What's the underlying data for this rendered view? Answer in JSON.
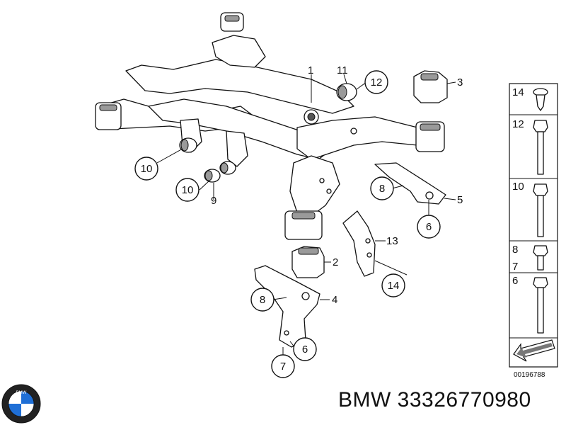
{
  "callouts": [
    {
      "id": "c1",
      "text": "1"
    },
    {
      "id": "c11",
      "text": "11"
    },
    {
      "id": "c12",
      "text": "12"
    },
    {
      "id": "c3",
      "text": "3"
    },
    {
      "id": "c10a",
      "text": "10"
    },
    {
      "id": "c10b",
      "text": "10"
    },
    {
      "id": "c9",
      "text": "9"
    },
    {
      "id": "c8a",
      "text": "8"
    },
    {
      "id": "c5",
      "text": "5"
    },
    {
      "id": "c6a",
      "text": "6"
    },
    {
      "id": "c13",
      "text": "13"
    },
    {
      "id": "c2",
      "text": "2"
    },
    {
      "id": "c14",
      "text": "14"
    },
    {
      "id": "c8b",
      "text": "8"
    },
    {
      "id": "c4",
      "text": "4"
    },
    {
      "id": "c6b",
      "text": "6"
    },
    {
      "id": "c7",
      "text": "7"
    }
  ],
  "sidebar": {
    "items": [
      {
        "text": "14",
        "icon": "push-clip-icon"
      },
      {
        "text": "12",
        "icon": "long-bolt-icon"
      },
      {
        "text": "10",
        "icon": "medium-bolt-icon"
      },
      {
        "text": "8",
        "icon": "short-bolt-icon"
      },
      {
        "text": "7",
        "icon": "short-bolt-icon"
      },
      {
        "text": "6",
        "icon": "flange-bolt-icon"
      }
    ],
    "arrow_icon": "direction-arrow-icon"
  },
  "diagram_id": "00196788",
  "logo": {
    "brand_text": "BMW",
    "icon": "bmw-roundel-icon"
  },
  "caption": "BMW 33326770980"
}
